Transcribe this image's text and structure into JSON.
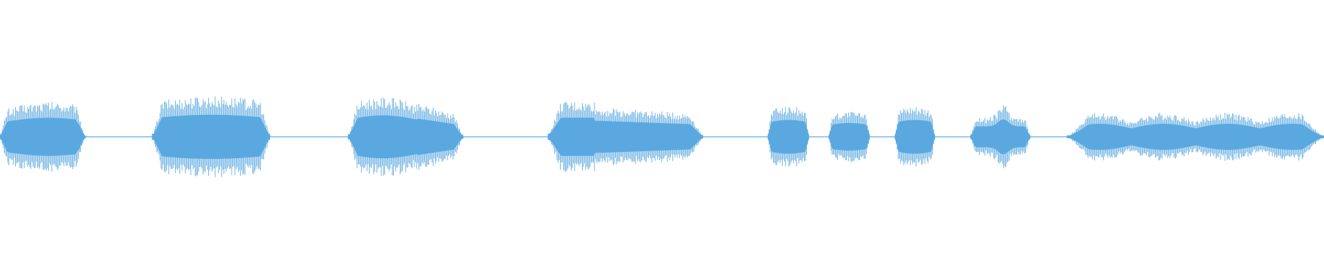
{
  "waveform": {
    "color": "#5ba8e0",
    "background": "#ffffff",
    "segments": [
      {
        "start": 0.0,
        "end": 0.066,
        "peak": 0.62,
        "shape": "decay-end"
      },
      {
        "start": 0.115,
        "end": 0.204,
        "peak": 0.72,
        "shape": "flat"
      },
      {
        "start": 0.263,
        "end": 0.35,
        "peak": 0.7,
        "shape": "bulge-then-sparse"
      },
      {
        "start": 0.414,
        "end": 0.531,
        "peak": 0.62,
        "shape": "decreasing"
      },
      {
        "start": 0.58,
        "end": 0.611,
        "peak": 0.55,
        "shape": "flat"
      },
      {
        "start": 0.626,
        "end": 0.657,
        "peak": 0.45,
        "shape": "flat"
      },
      {
        "start": 0.676,
        "end": 0.706,
        "peak": 0.55,
        "shape": "flat"
      },
      {
        "start": 0.733,
        "end": 0.778,
        "peak": 0.57,
        "shape": "spike"
      },
      {
        "start": 0.806,
        "end": 1.0,
        "peak": 0.5,
        "shape": "modulated"
      }
    ]
  }
}
